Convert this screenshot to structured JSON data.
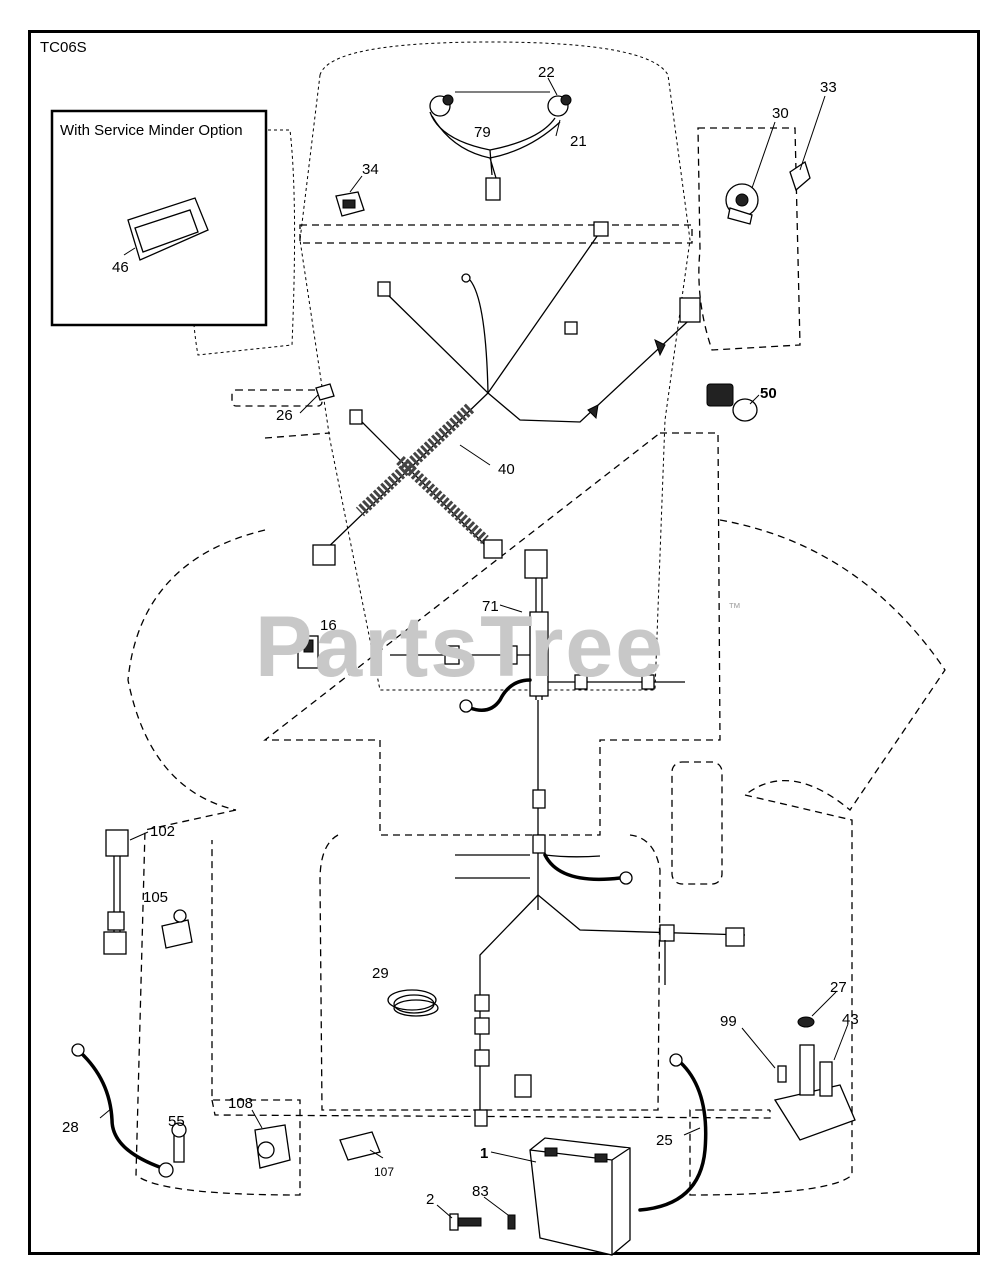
{
  "diagram_code": "TC06S",
  "inset_title": "With Service Minder Option",
  "watermark": "PartsTree",
  "watermark_tm": "™",
  "part_labels": {
    "p1": "1",
    "p2": "2",
    "p16": "16",
    "p21": "21",
    "p22": "22",
    "p25": "25",
    "p26": "26",
    "p27": "27",
    "p28": "28",
    "p29": "29",
    "p30": "30",
    "p33": "33",
    "p34": "34",
    "p40": "40",
    "p43": "43",
    "p46": "46",
    "p50": "50",
    "p55": "55",
    "p71": "71",
    "p79": "79",
    "p83": "83",
    "p99": "99",
    "p102": "102",
    "p105": "105",
    "p107": "107",
    "p108": "108"
  }
}
